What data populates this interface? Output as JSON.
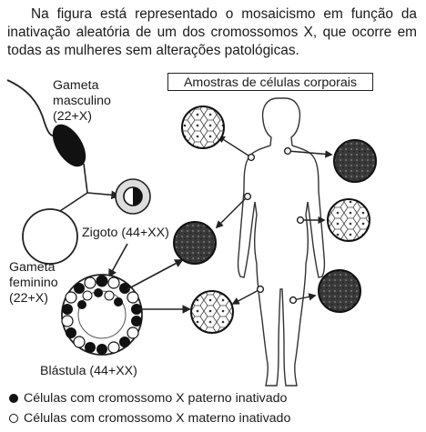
{
  "intro_text": "Na figura está representado o mosaicismo em função da inativação aleatória de um dos cromossomos X, que ocorre em todas as mulheres sem alterações patológicas.",
  "figure": {
    "gamete_male": [
      "Gameta",
      "masculino",
      "(22+X)"
    ],
    "gamete_female": [
      "Gameta",
      "feminino",
      "(22+X)"
    ],
    "zygote": "Zigoto (44+XX)",
    "blastula": "Blástula (44+XX)",
    "samples_title": "Amostras de células corporais"
  },
  "legend": {
    "paternal": "Células com cromossomo X paterno inativado",
    "maternal": "Células com cromossomo X materno inativado"
  }
}
